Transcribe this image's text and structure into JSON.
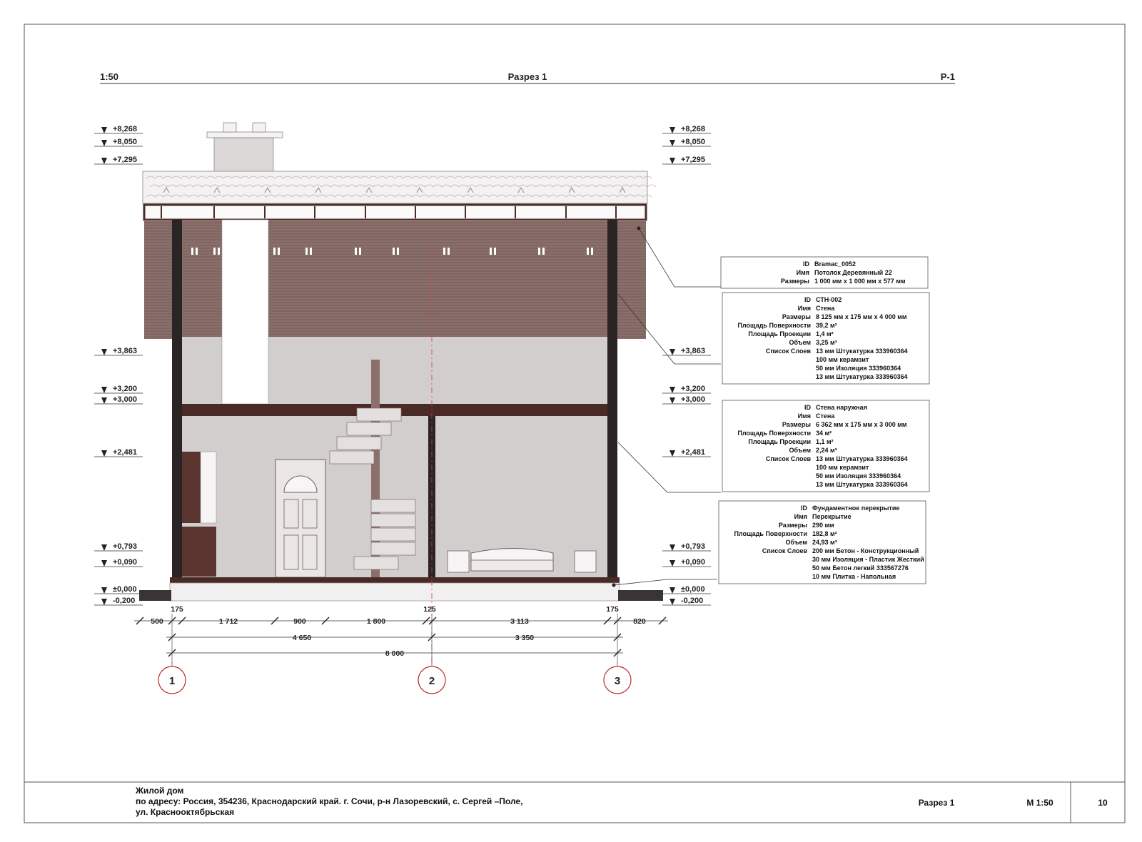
{
  "header": {
    "scale": "1:50",
    "title": "Разрез 1",
    "sheet_code": "Р-1"
  },
  "levels": {
    "l8268": "+8,268",
    "l8050": "+8,050",
    "l7295": "+7,295",
    "l3863": "+3,863",
    "l3200": "+3,200",
    "l3000": "+3,000",
    "l2481": "+2,481",
    "l0793": "+0,793",
    "l0090": "+0,090",
    "l0000": "±0,000",
    "lm0200": "-0,200"
  },
  "dimensions": {
    "row1": [
      "500",
      "175",
      "1 712",
      "900",
      "1 800",
      "125",
      "3 113",
      "175",
      "820"
    ],
    "row2": [
      "4 650",
      "3 350"
    ],
    "row3": [
      "8 000"
    ]
  },
  "axes": [
    "1",
    "2",
    "3"
  ],
  "tags": [
    {
      "rows": [
        [
          "ID",
          "Bramac_0052"
        ],
        [
          "Имя",
          "Потолок Деревянный 22"
        ],
        [
          "Размеры",
          "1 000 мм x 1 000 мм x 577 мм"
        ]
      ]
    },
    {
      "rows": [
        [
          "ID",
          "СТН-002"
        ],
        [
          "Имя",
          "Стена"
        ],
        [
          "Размеры",
          "8 125 мм x 175 мм x 4 000 мм"
        ],
        [
          "Площадь Поверхности",
          "39,2 м²"
        ],
        [
          "Площадь Проекции",
          "1,4 м²"
        ],
        [
          "Объем",
          "3,25 м³"
        ],
        [
          "Список Слоев",
          "13 мм  Штукатурка 333960364"
        ],
        [
          "",
          "100 мм  керамзит"
        ],
        [
          "",
          "50 мм  Изоляция 333960364"
        ],
        [
          "",
          "13 мм  Штукатурка 333960364"
        ]
      ]
    },
    {
      "rows": [
        [
          "ID",
          "Стена наружная"
        ],
        [
          "Имя",
          "Стена"
        ],
        [
          "Размеры",
          "6 362 мм x 175 мм x 3 000 мм"
        ],
        [
          "Площадь Поверхности",
          "34 м²"
        ],
        [
          "Площадь Проекции",
          "1,1 м²"
        ],
        [
          "Объем",
          "2,24 м³"
        ],
        [
          "Список Слоев",
          "13 мм  Штукатурка 333960364"
        ],
        [
          "",
          "100 мм  керамзит"
        ],
        [
          "",
          "50 мм  Изоляция 333960364"
        ],
        [
          "",
          "13 мм  Штукатурка 333960364"
        ]
      ]
    },
    {
      "rows": [
        [
          "ID",
          "Фундаментное перекрытие"
        ],
        [
          "Имя",
          "Перекрытие"
        ],
        [
          "Размеры",
          "290 мм"
        ],
        [
          "Площадь Поверхности",
          "182,8 м²"
        ],
        [
          "Объем",
          "24,93 м³"
        ],
        [
          "Список Слоев",
          "200 мм  Бетон - Конструкционный"
        ],
        [
          "",
          "30 мм  Изоляция - Пластик Жесткий"
        ],
        [
          "",
          "50 мм  Бетон легкий 333567276"
        ],
        [
          "",
          "10 мм  Плитка - Напольная"
        ]
      ]
    }
  ],
  "title_block": {
    "line1": "Жилой дом",
    "line2": "по адресу:  Россия, 354236, Краснодарский край. г. Сочи, р-н Лазоревский, с. Сергей –Поле,",
    "line3": "ул. Краснооктябрьская",
    "sheet_title": "Разрез 1",
    "scale": "М 1:50",
    "sheet_number": "10"
  },
  "colors": {
    "wall_dark": "#2a2424",
    "floor_slab": "#4a2a26",
    "roof_siding": "#8a6f6b",
    "interior_gray": "#d2cecd",
    "axis_circle": "#c0282a",
    "axis_line": "#d04040",
    "furniture": "#5a3530"
  }
}
